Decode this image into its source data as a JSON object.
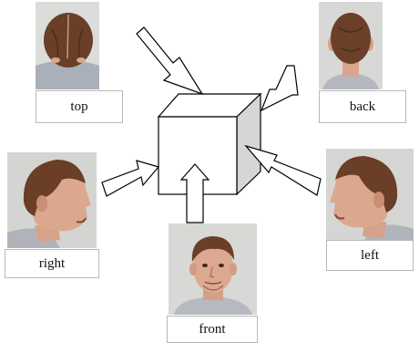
{
  "views": {
    "top": {
      "label": "top",
      "photo_icon": "head-top-view-photo"
    },
    "back": {
      "label": "back",
      "photo_icon": "head-back-view-photo"
    },
    "right": {
      "label": "right",
      "photo_icon": "head-right-profile-photo"
    },
    "left": {
      "label": "left",
      "photo_icon": "head-left-profile-photo"
    },
    "front": {
      "label": "front",
      "photo_icon": "head-front-view-photo"
    }
  },
  "colors": {
    "hair": "#6a3f28",
    "skin": "#d9a68c",
    "shirt": "#b7bcc4",
    "photo_bg": "#d9dad8",
    "label_border": "#b9b9b9"
  }
}
